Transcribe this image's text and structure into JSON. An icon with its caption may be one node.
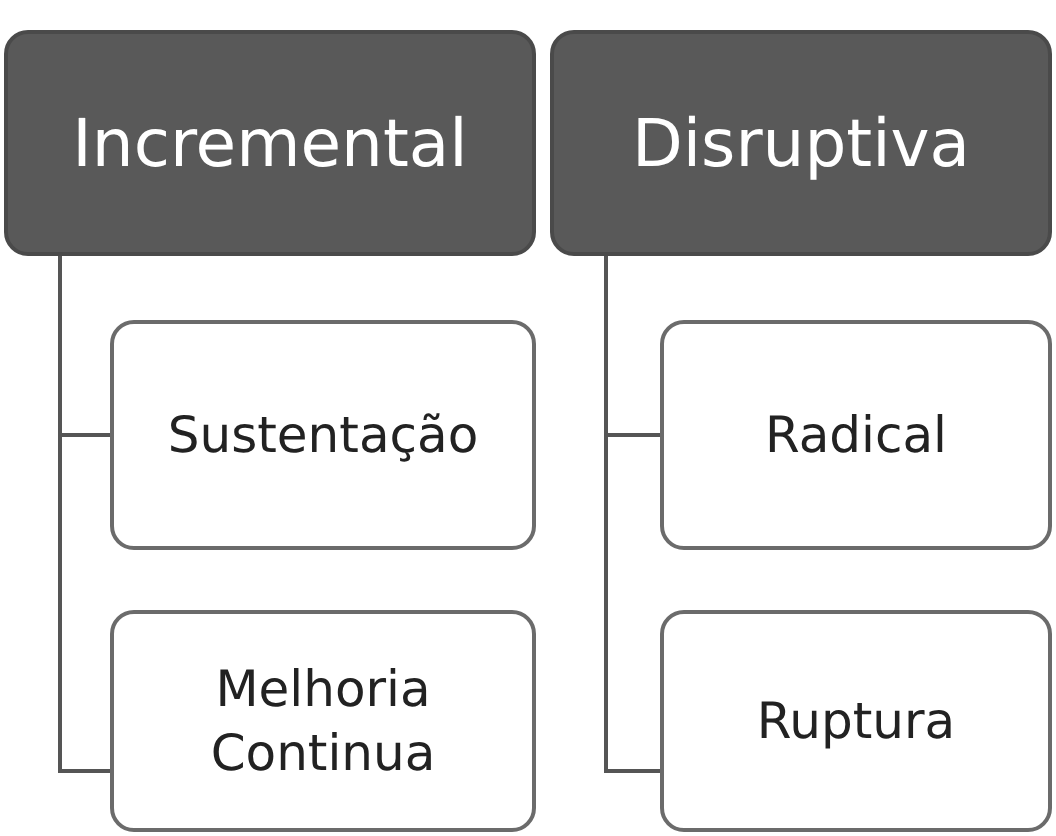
{
  "diagram": {
    "nodes": [
      {
        "text": [
          "Incremental"
        ]
      },
      {
        "text": [
          "Sustentação"
        ]
      },
      {
        "text": [
          "Melhoria Continua"
        ]
      },
      {
        "text": [
          "Disruptiva"
        ]
      },
      {
        "text": [
          "Radical"
        ]
      },
      {
        "text": [
          "Ruptura"
        ]
      }
    ],
    "edges": [
      {
        "from": 0,
        "to": 1,
        "arrow": "none"
      },
      {
        "from": 0,
        "to": 2,
        "arrow": "none"
      },
      {
        "from": 3,
        "to": 4,
        "arrow": "none"
      },
      {
        "from": 3,
        "to": 5,
        "arrow": "none"
      }
    ]
  }
}
